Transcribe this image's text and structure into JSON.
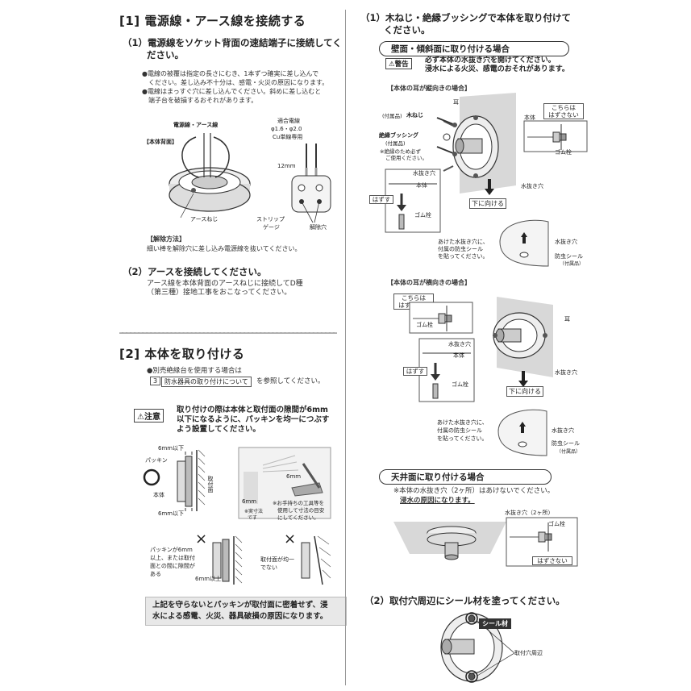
{
  "left": {
    "s1": {
      "title": "[1] 電源線・アース線を接続する",
      "step1": {
        "title_line1": "（1）電源線をソケット背面の速結端子に接続してく",
        "title_line2": "ださい。",
        "note1_line1": "●電線の被覆は指定の長さにむき、1本ずつ確実に差し込んで",
        "note1_line2": "ください。差し込み不十分は、感電・火災の原因になります。",
        "note2_line1": "●電線はまっすぐ穴に差し込んでください。斜めに差し込むと",
        "note2_line2": "端子台を破損するおそれがあります。",
        "fig": {
          "power_wire": "電源線・アース線",
          "body_back": "【本体背面】",
          "wire_spec1": "適合電線",
          "wire_spec2": "φ1.6・φ2.0",
          "wire_spec3": "Cu単線専用",
          "strip_len": "12mm",
          "earth_screw": "アースねじ",
          "strip_gauge1": "ストリップ",
          "strip_gauge2": "ゲージ",
          "release_hole": "解除穴"
        },
        "release_title": "【解除方法】",
        "release_text": "細い棒を解除穴に差し込み電源線を抜いてください。"
      },
      "step2": {
        "title": "（2）アースを接続してください。",
        "text1": "アース線を本体背面のアースねじに接続してD種",
        "text2": "（第三種）接地工事をおこなってください。"
      }
    },
    "s2": {
      "title": "[2] 本体を取り付ける",
      "opt_line": "●別売絶縁台を使用する場合は",
      "ref_num": "3",
      "ref_box": "防水器具の取り付けについて",
      "ref_tail": "を参照してください。",
      "caution_label": "⚠注意",
      "caution1": "取り付けの際は本体と取付面の隙間が6mm",
      "caution2": "以下になるように、パッキンを均一につぶす",
      "caution3": "よう設置してください。",
      "fig": {
        "mm6_top": "6mm以下",
        "packing": "パッキン",
        "body": "本体",
        "mount_surface": "取付面",
        "mm6_bottom": "6mm以下",
        "mm6_a": "6mm",
        "mm6_b": "6mm",
        "actual": "※実寸法",
        "actual2": "です",
        "tool_note1": "※お手持ちの工具等を",
        "tool_note2": "使用して寸法の目安",
        "tool_note3": "にしてください。",
        "bad1_1": "パッキンが6mm",
        "bad1_2": "以上、または取付",
        "bad1_3": "面との間に隙間が",
        "bad1_4": "ある",
        "bad1_mm": "6mm以上",
        "bad2_1": "取付面が均一",
        "bad2_2": "でない",
        "x_mark": "×"
      },
      "bottom1": "上記を守らないとパッキンが取付面に密着せず、浸",
      "bottom2": "水による感電、火災、器具破損の原因になります。"
    }
  },
  "right": {
    "step1_line1": "（1）木ねじ・絶縁ブッシングで本体を取り付けて",
    "step1_line2": "ください。",
    "wall_pill": "壁面・傾斜面に取り付ける場合",
    "warn_label": "⚠警告",
    "warn1": "必ず本体の水抜き穴を開けてください。",
    "warn2": "浸水による火災、感電のおそれがあります。",
    "vert_title": "【本体の耳が縦向きの場合】",
    "vfig": {
      "ear": "耳",
      "body": "本体",
      "accessory": "(付属品)",
      "wood_screw": "木ねじ",
      "bushing": "絶縁ブッシング",
      "accessory2": "(付属品)",
      "insul_note1": "※絶縁のため必ず",
      "insul_note2": "ご使用ください。",
      "dont_remove1": "こちらは",
      "dont_remove2": "はずさない",
      "rubber_plug": "ゴム栓",
      "drain_hole": "水抜き穴",
      "body2": "本体",
      "remove": "はずす",
      "rubber_plug2": "ゴム栓",
      "drain_hole2": "水抜き穴",
      "face_down": "下に向ける",
      "seal1": "あけた水抜き穴に、",
      "seal2": "付属の防虫シール",
      "seal3": "を貼ってください。",
      "drain_hole3": "水抜き穴",
      "bug_seal": "防虫シール",
      "accessory3": "（付属品）"
    },
    "horiz_title": "【本体の耳が横向きの場合】",
    "hfig": {
      "dont_remove1": "こちらは",
      "dont_remove2": "はずさない",
      "rubber_plug": "ゴム栓",
      "ear": "耳",
      "drain_hole": "水抜き穴",
      "body": "本体",
      "remove": "はずす",
      "rubber_plug2": "ゴム栓",
      "drain_hole2": "水抜き穴",
      "face_down": "下に向ける",
      "seal1": "あけた水抜き穴に、",
      "seal2": "付属の防虫シール",
      "seal3": "を貼ってください。",
      "drain_hole3": "水抜き穴",
      "bug_seal": "防虫シール",
      "accessory3": "（付属品）"
    },
    "ceil_pill": "天井面に取り付ける場合",
    "ceil_note1": "※本体の水抜き穴（2ヶ所）はあけないでください。",
    "ceil_note2": "浸水の原因になります。",
    "cfig": {
      "drain_holes": "水抜き穴（2ヶ所）",
      "rubber_plug": "ゴム栓",
      "dont_remove": "はずさない"
    },
    "step2": "（2）取付穴周辺にシール材を塗ってください。",
    "sfig": {
      "sealant": "シール材",
      "hole_area": "取付穴周辺"
    }
  }
}
